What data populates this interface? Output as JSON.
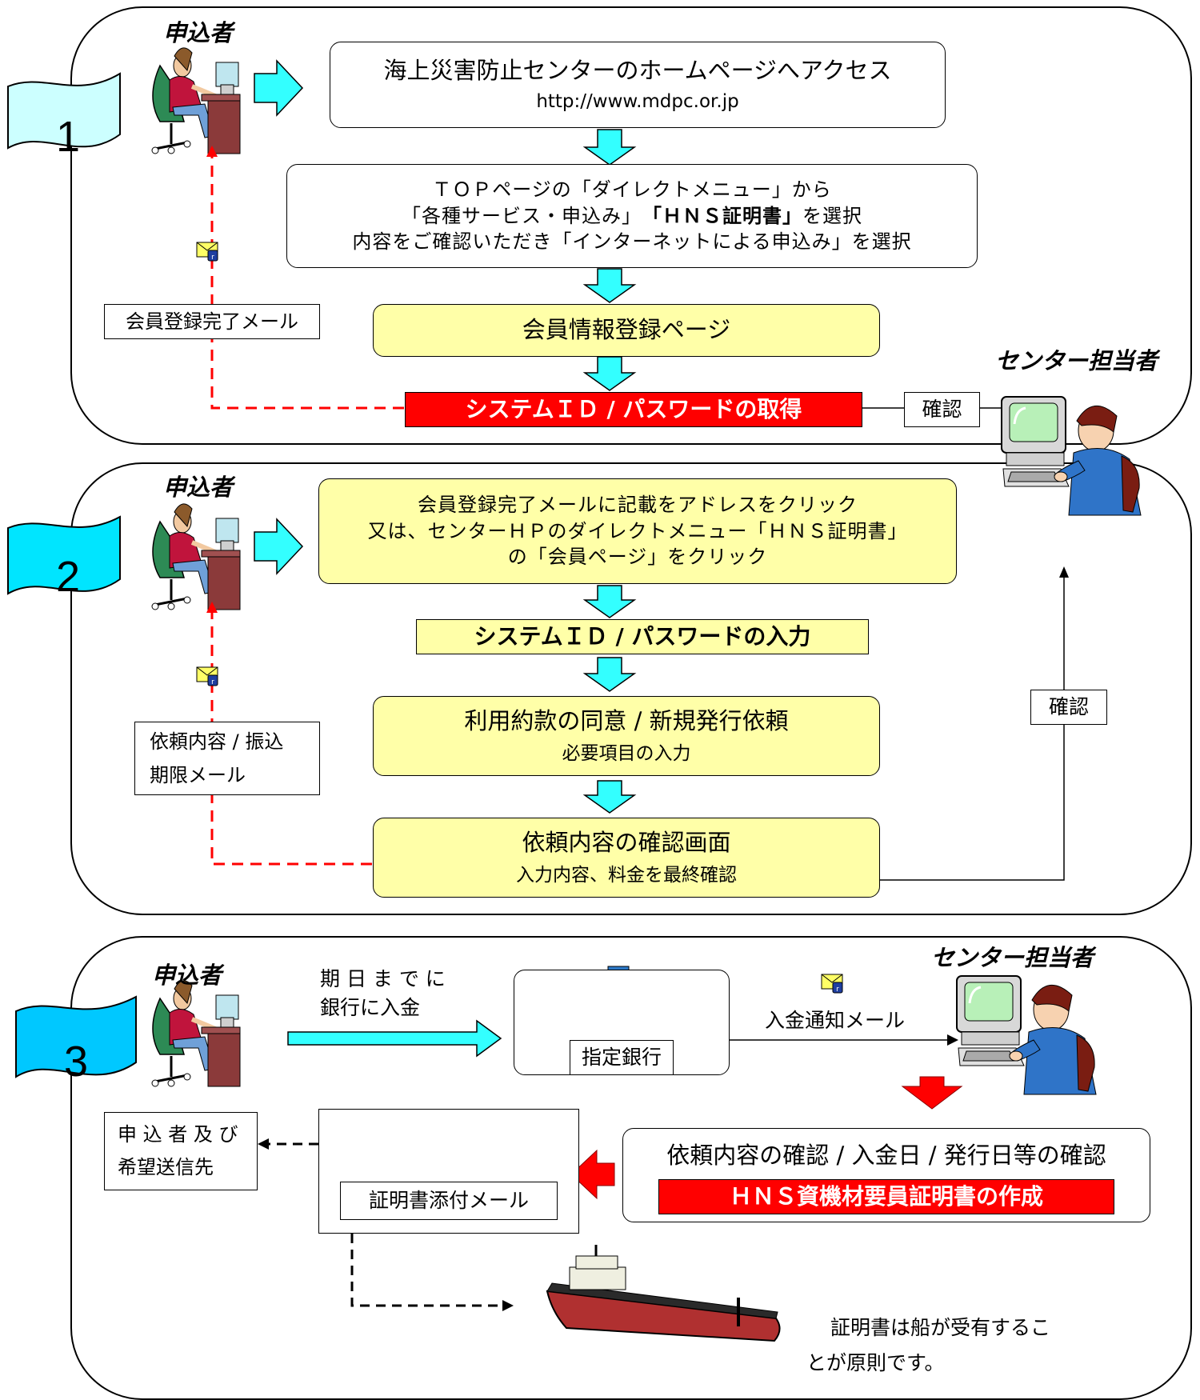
{
  "section1": {
    "number": "1",
    "applicant_label": "申込者",
    "step_access_title": "海上災害防止センターのホームページへアクセス",
    "step_access_url": "http://www.mdpc.or.jp",
    "top_menu_line1": "ＴＯＰページの「ダイレクトメニュー」から",
    "top_menu_line2_a": "「各種サービス・申込み」　",
    "top_menu_line2_b": "「ＨＮＳ証明書」",
    "top_menu_line2_c": "を選択",
    "top_menu_line3": "内容をご確認いただき「インターネットによる申込み」を選択",
    "member_info_page": "会員情報登録ページ",
    "id_password_get": "システムＩＤ / パスワードの取得",
    "confirm": "確認",
    "member_complete_mail": "会員登録完了メール",
    "center_staff_label": "センター担当者"
  },
  "section2": {
    "number": "2",
    "applicant_label": "申込者",
    "click_line1": "会員登録完了メールに記載をアドレスをクリック",
    "click_line2": "又は、センターＨＰのダイレクトメニュー「ＨＮＳ証明書」",
    "click_line3": "の「会員ページ」をクリック",
    "id_password_input": "システムＩＤ / パスワードの入力",
    "agree_title": "利用約款の同意 / 新規発行依頼",
    "agree_sub": "必要項目の入力",
    "confirm_screen_title": "依頼内容の確認画面",
    "confirm_screen_sub": "入力内容、料金を最終確認",
    "request_mail_line1": "依頼内容 / 振込",
    "request_mail_line2": "期限メール",
    "confirm": "確認"
  },
  "section3": {
    "number": "3",
    "applicant_label": "申込者",
    "center_staff_label": "センター担当者",
    "deposit_line1": "期 日 ま で に",
    "deposit_line2": "銀行に入金",
    "bank_label": "指定銀行",
    "payment_mail": "入金通知メール",
    "check_line": "依頼内容の確認 / 入金日 / 発行日等の確認",
    "create_cert": "ＨＮＳ資機材要員証明書の作成",
    "cert_mail": "証明書添付メール",
    "recipient_line1": "申 込 者 及 び",
    "recipient_line2": "希望送信先",
    "ship_note_line1": "証明書は船が受有するこ",
    "ship_note_line2": "とが原則です。"
  },
  "colors": {
    "cyan_arrow": "#33ffff",
    "yellow_box": "#ffffa8",
    "red_box": "#ff0000",
    "dashed_red": "#ff0000",
    "flag_light": "#ccffff",
    "flag_mid": "#00e5ff",
    "flag_dark": "#00c8ff"
  }
}
